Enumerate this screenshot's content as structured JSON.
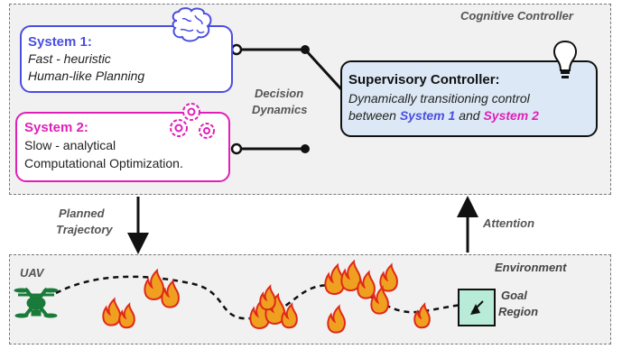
{
  "cognitive_controller": {
    "label": "Cognitive Controller"
  },
  "system1": {
    "title": "System 1:",
    "line1": "Fast - heuristic",
    "line2": "Human-like Planning",
    "color": "#4a4ee0"
  },
  "system2": {
    "title": "System 2:",
    "line1": "Slow - analytical",
    "line2": "Computational Optimization.",
    "color": "#e020b8"
  },
  "decision_dynamics": {
    "line1": "Decision",
    "line2": "Dynamics"
  },
  "supervisory": {
    "title": "Supervisory Controller:",
    "line1": "Dynamically transitioning control",
    "line2_prefix": "between",
    "sys1": "System 1",
    "and": "and",
    "sys2": "System 2",
    "fill": "#dce8f5"
  },
  "planned_trajectory": {
    "line1": "Planned",
    "line2": "Trajectory"
  },
  "attention": {
    "label": "Attention"
  },
  "environment": {
    "label": "Environment",
    "uav": "UAV",
    "goal_line1": "Goal",
    "goal_line2": "Region",
    "fire_color": "#f0a020",
    "fire_outline": "#e02818",
    "drone_color": "#1a7a3a",
    "goal_fill": "#b8ecd8"
  }
}
